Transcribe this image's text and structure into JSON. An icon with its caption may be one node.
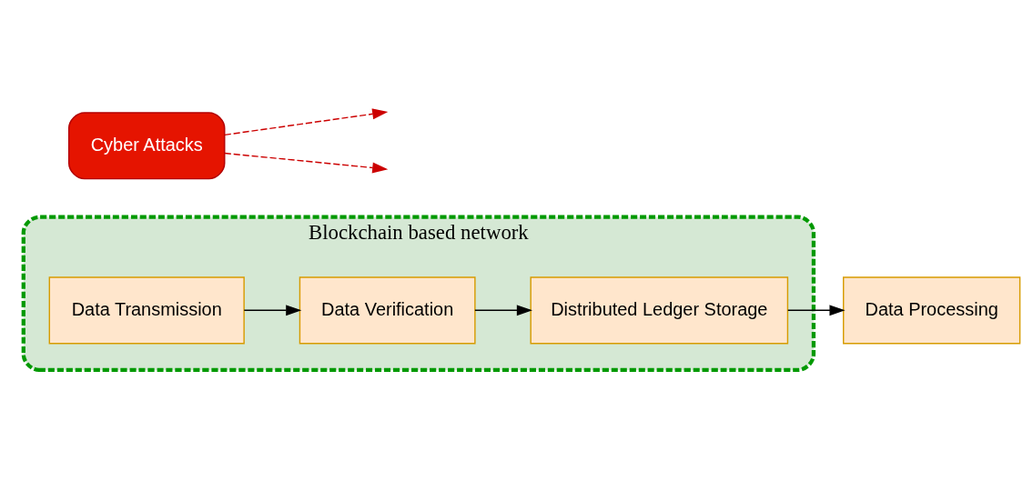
{
  "diagram": {
    "nodes": [
      {
        "text": [
          "Blockchain based network"
        ]
      },
      {
        "text": [
          "Data Transmission"
        ],
        "in": 0
      },
      {
        "text": [
          "Data Verification"
        ],
        "in": 0
      },
      {
        "text": [
          "Distributed Ledger Storage"
        ],
        "in": 0
      },
      {
        "text": [
          "Data Processing"
        ]
      },
      {
        "text": [
          "Cyber Attacks"
        ]
      }
    ],
    "edges": [
      {
        "from": 1,
        "to": 2,
        "arrow": "to"
      },
      {
        "from": 2,
        "to": 3,
        "arrow": "to"
      },
      {
        "from": 3,
        "to": 4,
        "arrow": "to"
      },
      {
        "from": 5,
        "to": null,
        "arrow": "to",
        "style": "dashed",
        "color": "#cc0000"
      },
      {
        "from": 5,
        "to": null,
        "arrow": "to",
        "style": "dashed",
        "color": "#cc0000"
      }
    ]
  }
}
